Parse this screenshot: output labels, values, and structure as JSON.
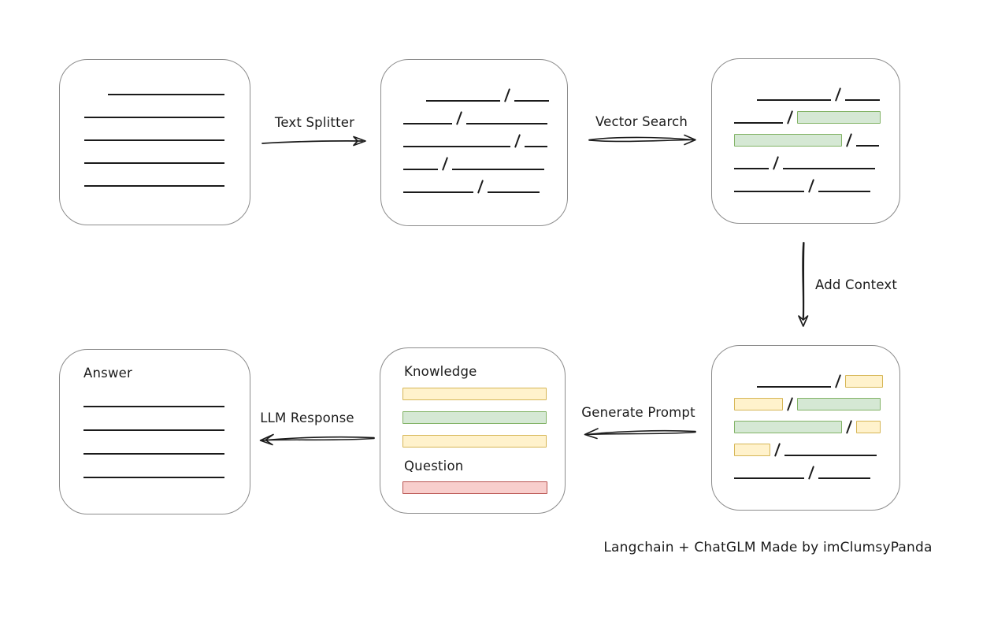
{
  "colors": {
    "stroke": "#1b1b1b",
    "box_border": "#8c8c8c",
    "green_fill": "#d5e8d4",
    "green_border": "#82b366",
    "yellow_fill": "#fff2cc",
    "yellow_border": "#d6b656",
    "red_fill": "#f8cecc",
    "red_border": "#b85450"
  },
  "arrows": {
    "text_splitter": {
      "label": "Text Splitter"
    },
    "vector_search": {
      "label": "Vector Search"
    },
    "add_context": {
      "label": "Add Context"
    },
    "generate_prompt": {
      "label": "Generate Prompt"
    },
    "llm_response": {
      "label": "LLM Response"
    }
  },
  "boxes": {
    "source_document": {
      "lines": [
        {
          "w": 148,
          "indent": 30
        },
        {
          "w": 178
        },
        {
          "w": 178
        },
        {
          "w": 178
        },
        {
          "w": 178
        }
      ]
    },
    "text_chunks": {
      "rows": [
        [
          {
            "t": "line",
            "w": 94,
            "indent": 29
          },
          {
            "t": "slash"
          },
          {
            "t": "line",
            "w": 44
          }
        ],
        [
          {
            "t": "line",
            "w": 62
          },
          {
            "t": "slash"
          },
          {
            "t": "line",
            "w": 103
          }
        ],
        [
          {
            "t": "line",
            "w": 136
          },
          {
            "t": "slash"
          },
          {
            "t": "line",
            "w": 29
          }
        ],
        [
          {
            "t": "line",
            "w": 44
          },
          {
            "t": "slash"
          },
          {
            "t": "line",
            "w": 117
          }
        ],
        [
          {
            "t": "line",
            "w": 89
          },
          {
            "t": "slash"
          },
          {
            "t": "line",
            "w": 66
          }
        ]
      ]
    },
    "matched_chunks": {
      "rows": [
        [
          {
            "t": "line",
            "w": 94,
            "indent": 29
          },
          {
            "t": "slash"
          },
          {
            "t": "line",
            "w": 44
          }
        ],
        [
          {
            "t": "line",
            "w": 62
          },
          {
            "t": "slash"
          },
          {
            "t": "bar",
            "c": "green",
            "w": 106
          }
        ],
        [
          {
            "t": "bar",
            "c": "green",
            "w": 137
          },
          {
            "t": "slash"
          },
          {
            "t": "line",
            "w": 29
          }
        ],
        [
          {
            "t": "line",
            "w": 44
          },
          {
            "t": "slash"
          },
          {
            "t": "line",
            "w": 117
          }
        ],
        [
          {
            "t": "line",
            "w": 89
          },
          {
            "t": "slash"
          },
          {
            "t": "line",
            "w": 66
          }
        ]
      ]
    },
    "context_chunks": {
      "rows": [
        [
          {
            "t": "line",
            "w": 94,
            "indent": 29
          },
          {
            "t": "slash"
          },
          {
            "t": "bar",
            "c": "yellow",
            "w": 48
          }
        ],
        [
          {
            "t": "bar",
            "c": "yellow",
            "w": 62
          },
          {
            "t": "slash"
          },
          {
            "t": "bar",
            "c": "green",
            "w": 106
          }
        ],
        [
          {
            "t": "bar",
            "c": "green",
            "w": 137
          },
          {
            "t": "slash"
          },
          {
            "t": "bar",
            "c": "yellow",
            "w": 31
          }
        ],
        [
          {
            "t": "bar",
            "c": "yellow",
            "w": 46
          },
          {
            "t": "slash"
          },
          {
            "t": "line",
            "w": 117
          }
        ],
        [
          {
            "t": "line",
            "w": 89
          },
          {
            "t": "slash"
          },
          {
            "t": "line",
            "w": 66
          }
        ]
      ]
    },
    "prompt": {
      "knowledge_label": "Knowledge",
      "knowledge_bars": [
        "yellow",
        "green",
        "yellow"
      ],
      "question_label": "Question",
      "question_bars": [
        "red"
      ]
    },
    "answer": {
      "label": "Answer",
      "lines": [
        {
          "w": 179
        },
        {
          "w": 179
        },
        {
          "w": 179
        },
        {
          "w": 179
        }
      ]
    }
  },
  "caption": "Langchain + ChatGLM Made by imClumsyPanda"
}
